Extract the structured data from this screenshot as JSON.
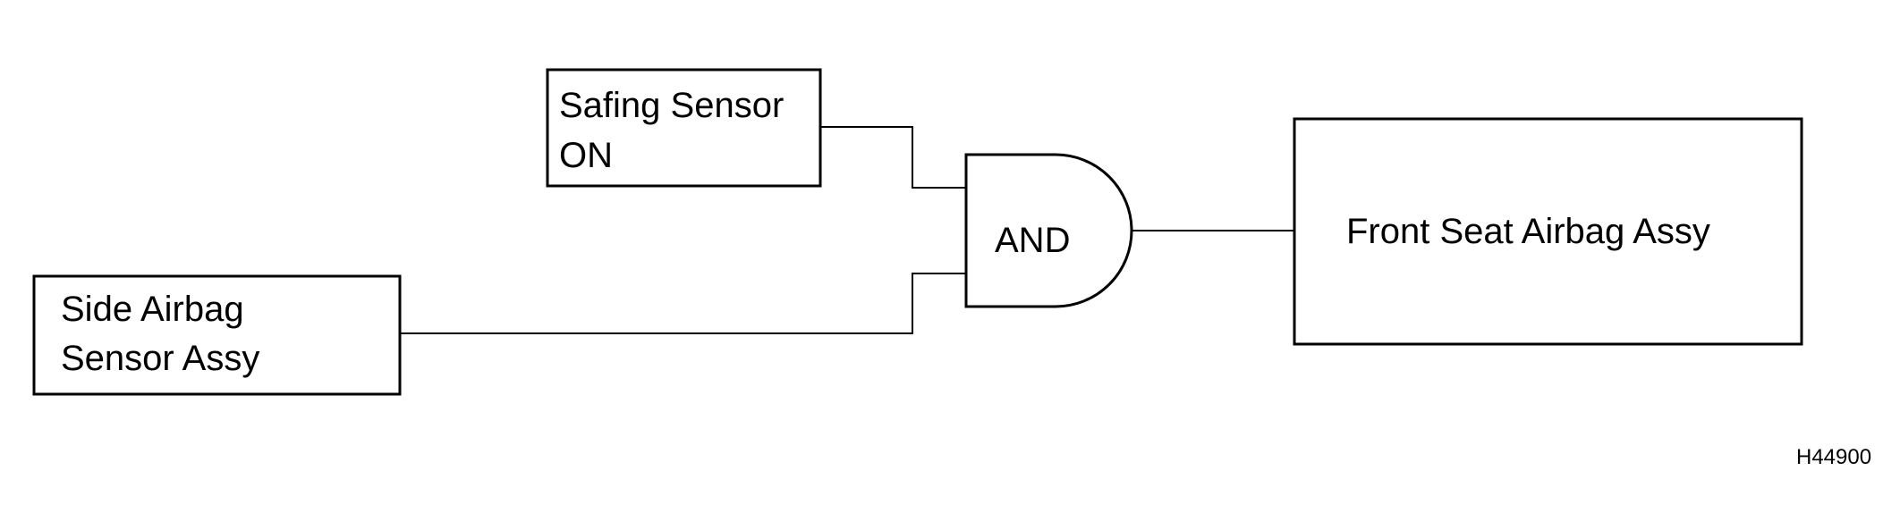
{
  "diagram": {
    "safing_sensor": {
      "line1": "Safing Sensor",
      "line2": "ON"
    },
    "side_sensor": {
      "line1": "Side Airbag",
      "line2": "Sensor Assy"
    },
    "gate": {
      "label": "AND"
    },
    "output": {
      "label": "Front Seat Airbag Assy"
    },
    "figure_code": "H44900"
  },
  "colors": {
    "line": "#000000",
    "background": "#ffffff"
  }
}
